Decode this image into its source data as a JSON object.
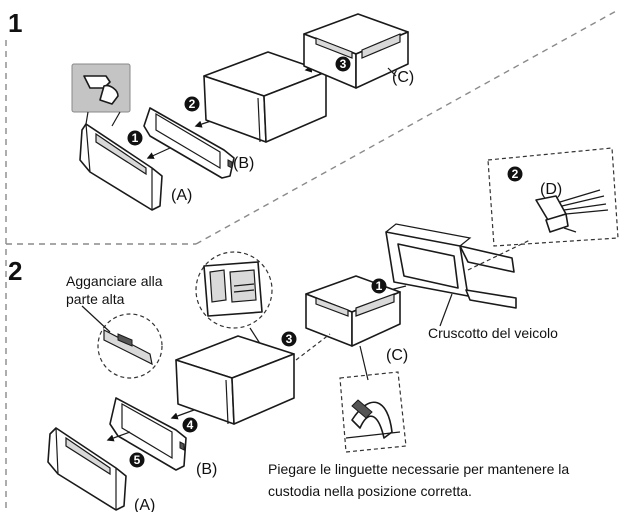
{
  "steps": {
    "step1": "1",
    "step2": "2"
  },
  "bullets": {
    "s1_b1": "1",
    "s1_b2": "2",
    "s1_b3": "3",
    "s2_b1": "1",
    "s2_b2": "2",
    "s2_b3": "3",
    "s2_b4": "4",
    "s2_b5": "5"
  },
  "labels": {
    "a1": "(A)",
    "b1": "(B)",
    "c1": "(C)",
    "d": "(D)",
    "c2": "(C)",
    "b2": "(B)",
    "a2": "(A)"
  },
  "notes": {
    "hook_line1": "Agganciare alla",
    "hook_line2": "parte alta",
    "dashboard": "Cruscotto del veicolo",
    "bend_line1": "Piegare le linguette necessarie per mantenere la",
    "bend_line2": "custodia nella posizione corretta."
  }
}
